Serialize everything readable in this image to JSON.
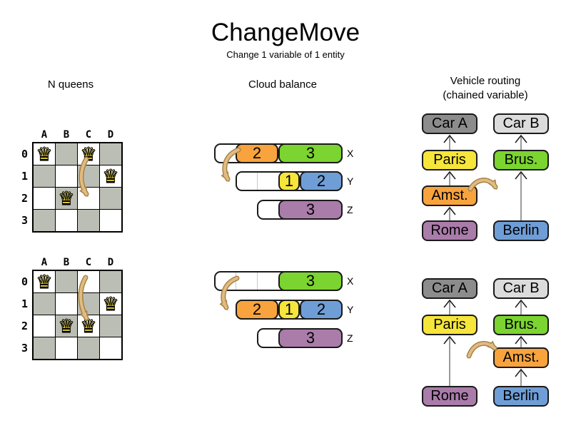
{
  "title": "ChangeMove",
  "subtitle": "Change 1 variable of 1 entity",
  "columns": {
    "nqueens": {
      "label": "N queens"
    },
    "cloud": {
      "label": "Cloud balance"
    },
    "vehicle": {
      "label": "Vehicle routing",
      "sublabel": "(chained variable)"
    }
  },
  "colors": {
    "orange": "#f8a33d",
    "green": "#7bd42f",
    "yellow": "#f6e53b",
    "blue": "#6f9ed7",
    "purple": "#aa7caa",
    "car_a_gray": "#8c8c8c",
    "car_b_gray": "#dcdcdc",
    "board_gray": "#bbbeb5",
    "queen_yellow": "#f2dc3c",
    "move_arrow_fill": "#e2bb82",
    "move_arrow_outline": "#a58347",
    "chain_link_gray": "#808080"
  },
  "nqueens": {
    "col_headers": [
      "A",
      "B",
      "C",
      "D"
    ],
    "row_headers": [
      "0",
      "1",
      "2",
      "3"
    ],
    "queen_glyph": "♛",
    "boards": [
      {
        "state": "before",
        "queens": [
          {
            "col": "A",
            "row": 0
          },
          {
            "col": "C",
            "row": 0
          },
          {
            "col": "D",
            "row": 1
          },
          {
            "col": "B",
            "row": 2
          }
        ],
        "move": {
          "piece": "queen",
          "from": "C0",
          "to": "C2"
        }
      },
      {
        "state": "after",
        "queens": [
          {
            "col": "A",
            "row": 0
          },
          {
            "col": "D",
            "row": 1
          },
          {
            "col": "B",
            "row": 2
          },
          {
            "col": "C",
            "row": 2
          }
        ],
        "move": {
          "piece": "queen",
          "from": "C0",
          "to": "C2"
        }
      }
    ]
  },
  "cloud": {
    "states": [
      {
        "state": "before",
        "computers": [
          {
            "label": "X",
            "capacity": 6,
            "processes": [
              {
                "size": 2,
                "color": "orange"
              },
              {
                "size": 3,
                "color": "green"
              }
            ]
          },
          {
            "label": "Y",
            "capacity": 5,
            "processes": [
              {
                "size": 1,
                "color": "yellow"
              },
              {
                "size": 2,
                "color": "blue"
              }
            ]
          },
          {
            "label": "Z",
            "capacity": 4,
            "processes": [
              {
                "size": 3,
                "color": "purple"
              }
            ]
          }
        ],
        "move": {
          "process_size": 2,
          "from": "X",
          "to": "Y"
        }
      },
      {
        "state": "after",
        "computers": [
          {
            "label": "X",
            "capacity": 6,
            "processes": [
              {
                "size": 3,
                "color": "green"
              }
            ]
          },
          {
            "label": "Y",
            "capacity": 5,
            "processes": [
              {
                "size": 2,
                "color": "orange"
              },
              {
                "size": 1,
                "color": "yellow"
              },
              {
                "size": 2,
                "color": "blue"
              }
            ]
          },
          {
            "label": "Z",
            "capacity": 4,
            "processes": [
              {
                "size": 3,
                "color": "purple"
              }
            ]
          }
        ],
        "move": {
          "process_size": 2,
          "from": "X",
          "to": "Y"
        }
      }
    ]
  },
  "vehicle": {
    "states": [
      {
        "state": "before",
        "chains": [
          {
            "vehicle": {
              "label": "Car A",
              "color": "car_a_gray"
            },
            "stops": [
              {
                "label": "Paris",
                "color": "yellow",
                "slot": 1
              },
              {
                "label": "Amst.",
                "color": "orange",
                "slot": 2
              },
              {
                "label": "Rome",
                "color": "purple",
                "slot": 3
              }
            ]
          },
          {
            "vehicle": {
              "label": "Car B",
              "color": "car_b_gray"
            },
            "stops": [
              {
                "label": "Brus.",
                "color": "green",
                "slot": 1
              },
              {
                "label": "Berlin",
                "color": "blue",
                "slot": 3
              }
            ]
          }
        ],
        "move": {
          "stop": "Amst.",
          "from_chain": "Car A",
          "to_chain": "Car B"
        }
      },
      {
        "state": "after",
        "chains": [
          {
            "vehicle": {
              "label": "Car A",
              "color": "car_a_gray"
            },
            "stops": [
              {
                "label": "Paris",
                "color": "yellow",
                "slot": 1
              },
              {
                "label": "Rome",
                "color": "purple",
                "slot": 3
              }
            ]
          },
          {
            "vehicle": {
              "label": "Car B",
              "color": "car_b_gray"
            },
            "stops": [
              {
                "label": "Brus.",
                "color": "green",
                "slot": 1
              },
              {
                "label": "Amst.",
                "color": "orange",
                "slot": 2
              },
              {
                "label": "Berlin",
                "color": "blue",
                "slot": 3
              }
            ]
          }
        ],
        "move": {
          "stop": "Amst.",
          "from_chain": "Car A",
          "to_chain": "Car B"
        }
      }
    ]
  }
}
